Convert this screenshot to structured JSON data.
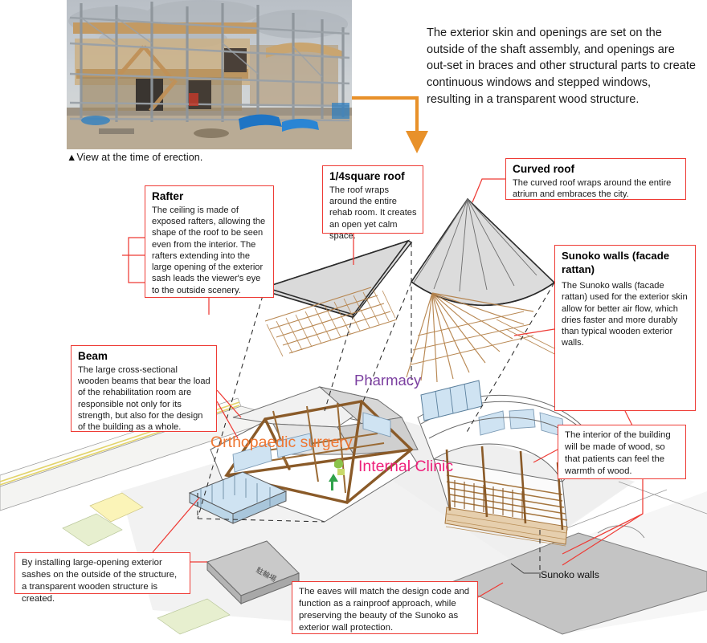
{
  "meta": {
    "doc_type": "architectural-presentation-diagram",
    "accent_orange": "#e8912a",
    "callout_red": "#ee3b35"
  },
  "intro": {
    "text": "The exterior skin and openings are set on the outside of the shaft assembly, and openings are out-set in braces and other structural parts to create continuous windows and stepped windows, resulting in a transparent wood structure."
  },
  "photos": {
    "erection": {
      "caption": "▲View at the time of erection.",
      "alt_name": "construction-scaffolding-photo"
    },
    "sunoko": {
      "alt_name": "sunoko-facade-detail-photo"
    }
  },
  "callouts": {
    "rafter": {
      "title": "Rafter",
      "body": "The ceiling is made of exposed rafters, allowing the shape of the roof to be seen even from the interior. The rafters extending into the large opening of the exterior sash leads the viewer's eye to the outside scenery."
    },
    "quarter_roof": {
      "title": "1/4square roof",
      "body": "The roof wraps around the entire rehab room. It creates an open yet calm space."
    },
    "curved_roof": {
      "title": "Curved roof",
      "body": "The curved roof wraps around the entire atrium and embraces the city."
    },
    "sunoko_walls": {
      "title": "Sunoko walls (facade rattan)",
      "body": "The Sunoko walls (facade rattan) used for the exterior skin allow for better air flow, which dries faster and more durably than typical wooden exterior walls."
    },
    "beam": {
      "title": "Beam",
      "body": "The large cross-sectional wooden beams that bear the load of the rehabilitation room are responsible not only for its strength, but also for the design of the building as a whole."
    },
    "interior": {
      "body": "The interior of the building will be made of wood, so that patients can feel the warmth of wood."
    },
    "sashes": {
      "body": "By installing large-opening exterior sashes on the outside of the structure, a transparent wooden structure is created."
    },
    "eaves": {
      "body": "The eaves will match the design code and function as a rainproof approach, while preserving the beauty of the Sunoko as exterior wall protection."
    }
  },
  "diagram_labels": {
    "pharmacy": "Pharmacy",
    "orthopaedic_surgery": "Orthopaedic surgery",
    "internal_clinic": "Internal Clinic",
    "sunoko_walls": "Sunoko walls"
  }
}
